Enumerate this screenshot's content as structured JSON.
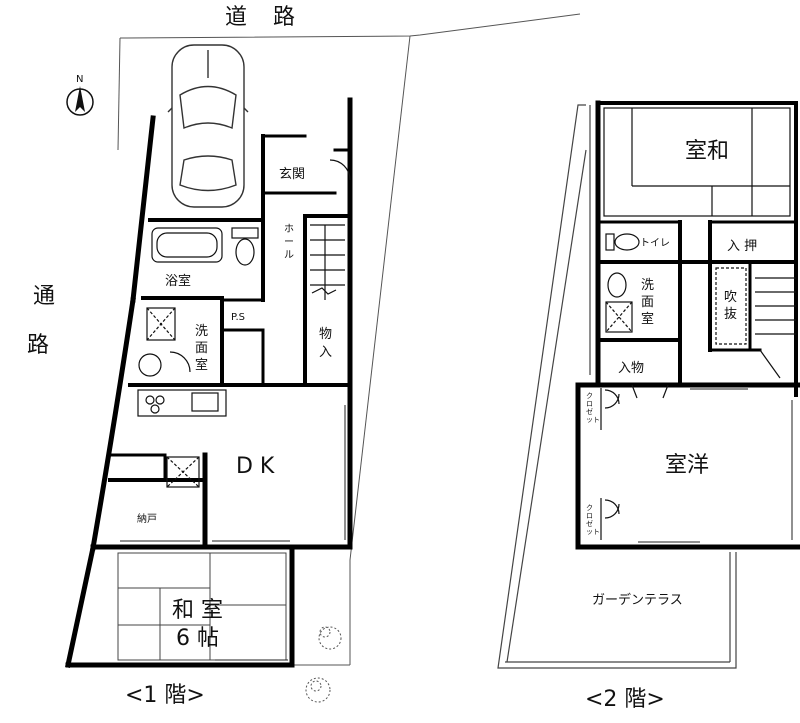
{
  "site": {
    "road_top_1": "道",
    "road_top_2": "路",
    "road_side_1": "通",
    "road_side_2": "路",
    "north": "N"
  },
  "floor1": {
    "caption": "<1 階>",
    "rooms": {
      "genkan": "玄関",
      "hall_1": "ホ",
      "hall_2": "ー",
      "hall_3": "ル",
      "bath": "浴室",
      "ps": "P.S",
      "wash_1": "洗",
      "wash_2": "面",
      "wash_3": "室",
      "storage_1": "物",
      "storage_2": "入",
      "dk": "D  K",
      "nando": "納戸",
      "washitsu": "和 室",
      "washitsu_size": "6 帖"
    }
  },
  "floor2": {
    "caption": "<2 階>",
    "rooms": {
      "washitsu": "室和",
      "toilet": "トイレ",
      "oshiire": "入  押",
      "wash_1": "洗",
      "wash_2": "面",
      "wash_3": "室",
      "fukinuke_1": "吹",
      "fukinuke_2": "抜",
      "monoire": "入物",
      "closet": "クロゼット",
      "closet_1": "ク",
      "closet_2": "ロ",
      "closet_3": "ゼ",
      "closet_4": "ット",
      "yoshitsu": "室洋",
      "garden_terrace": "ガーデンテラス"
    }
  }
}
